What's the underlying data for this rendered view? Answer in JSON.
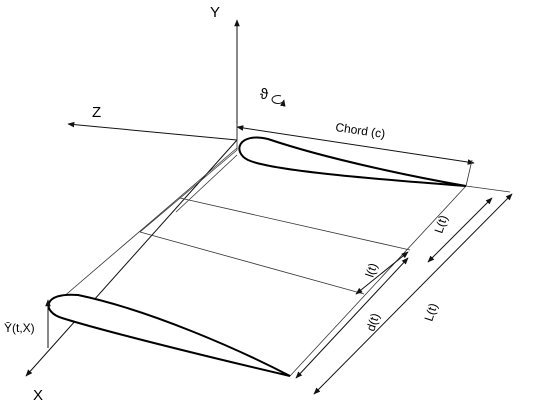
{
  "labels": {
    "axis_y": "Y",
    "axis_z": "Z",
    "axis_x": "X",
    "rotation": "ϑ",
    "chord": "Chord (c)",
    "l_small": "l(t)",
    "d_t": "d(t)",
    "l_upper": "L(t)",
    "l_total": "L(t)",
    "ybar": "Ȳ(t,X)"
  }
}
